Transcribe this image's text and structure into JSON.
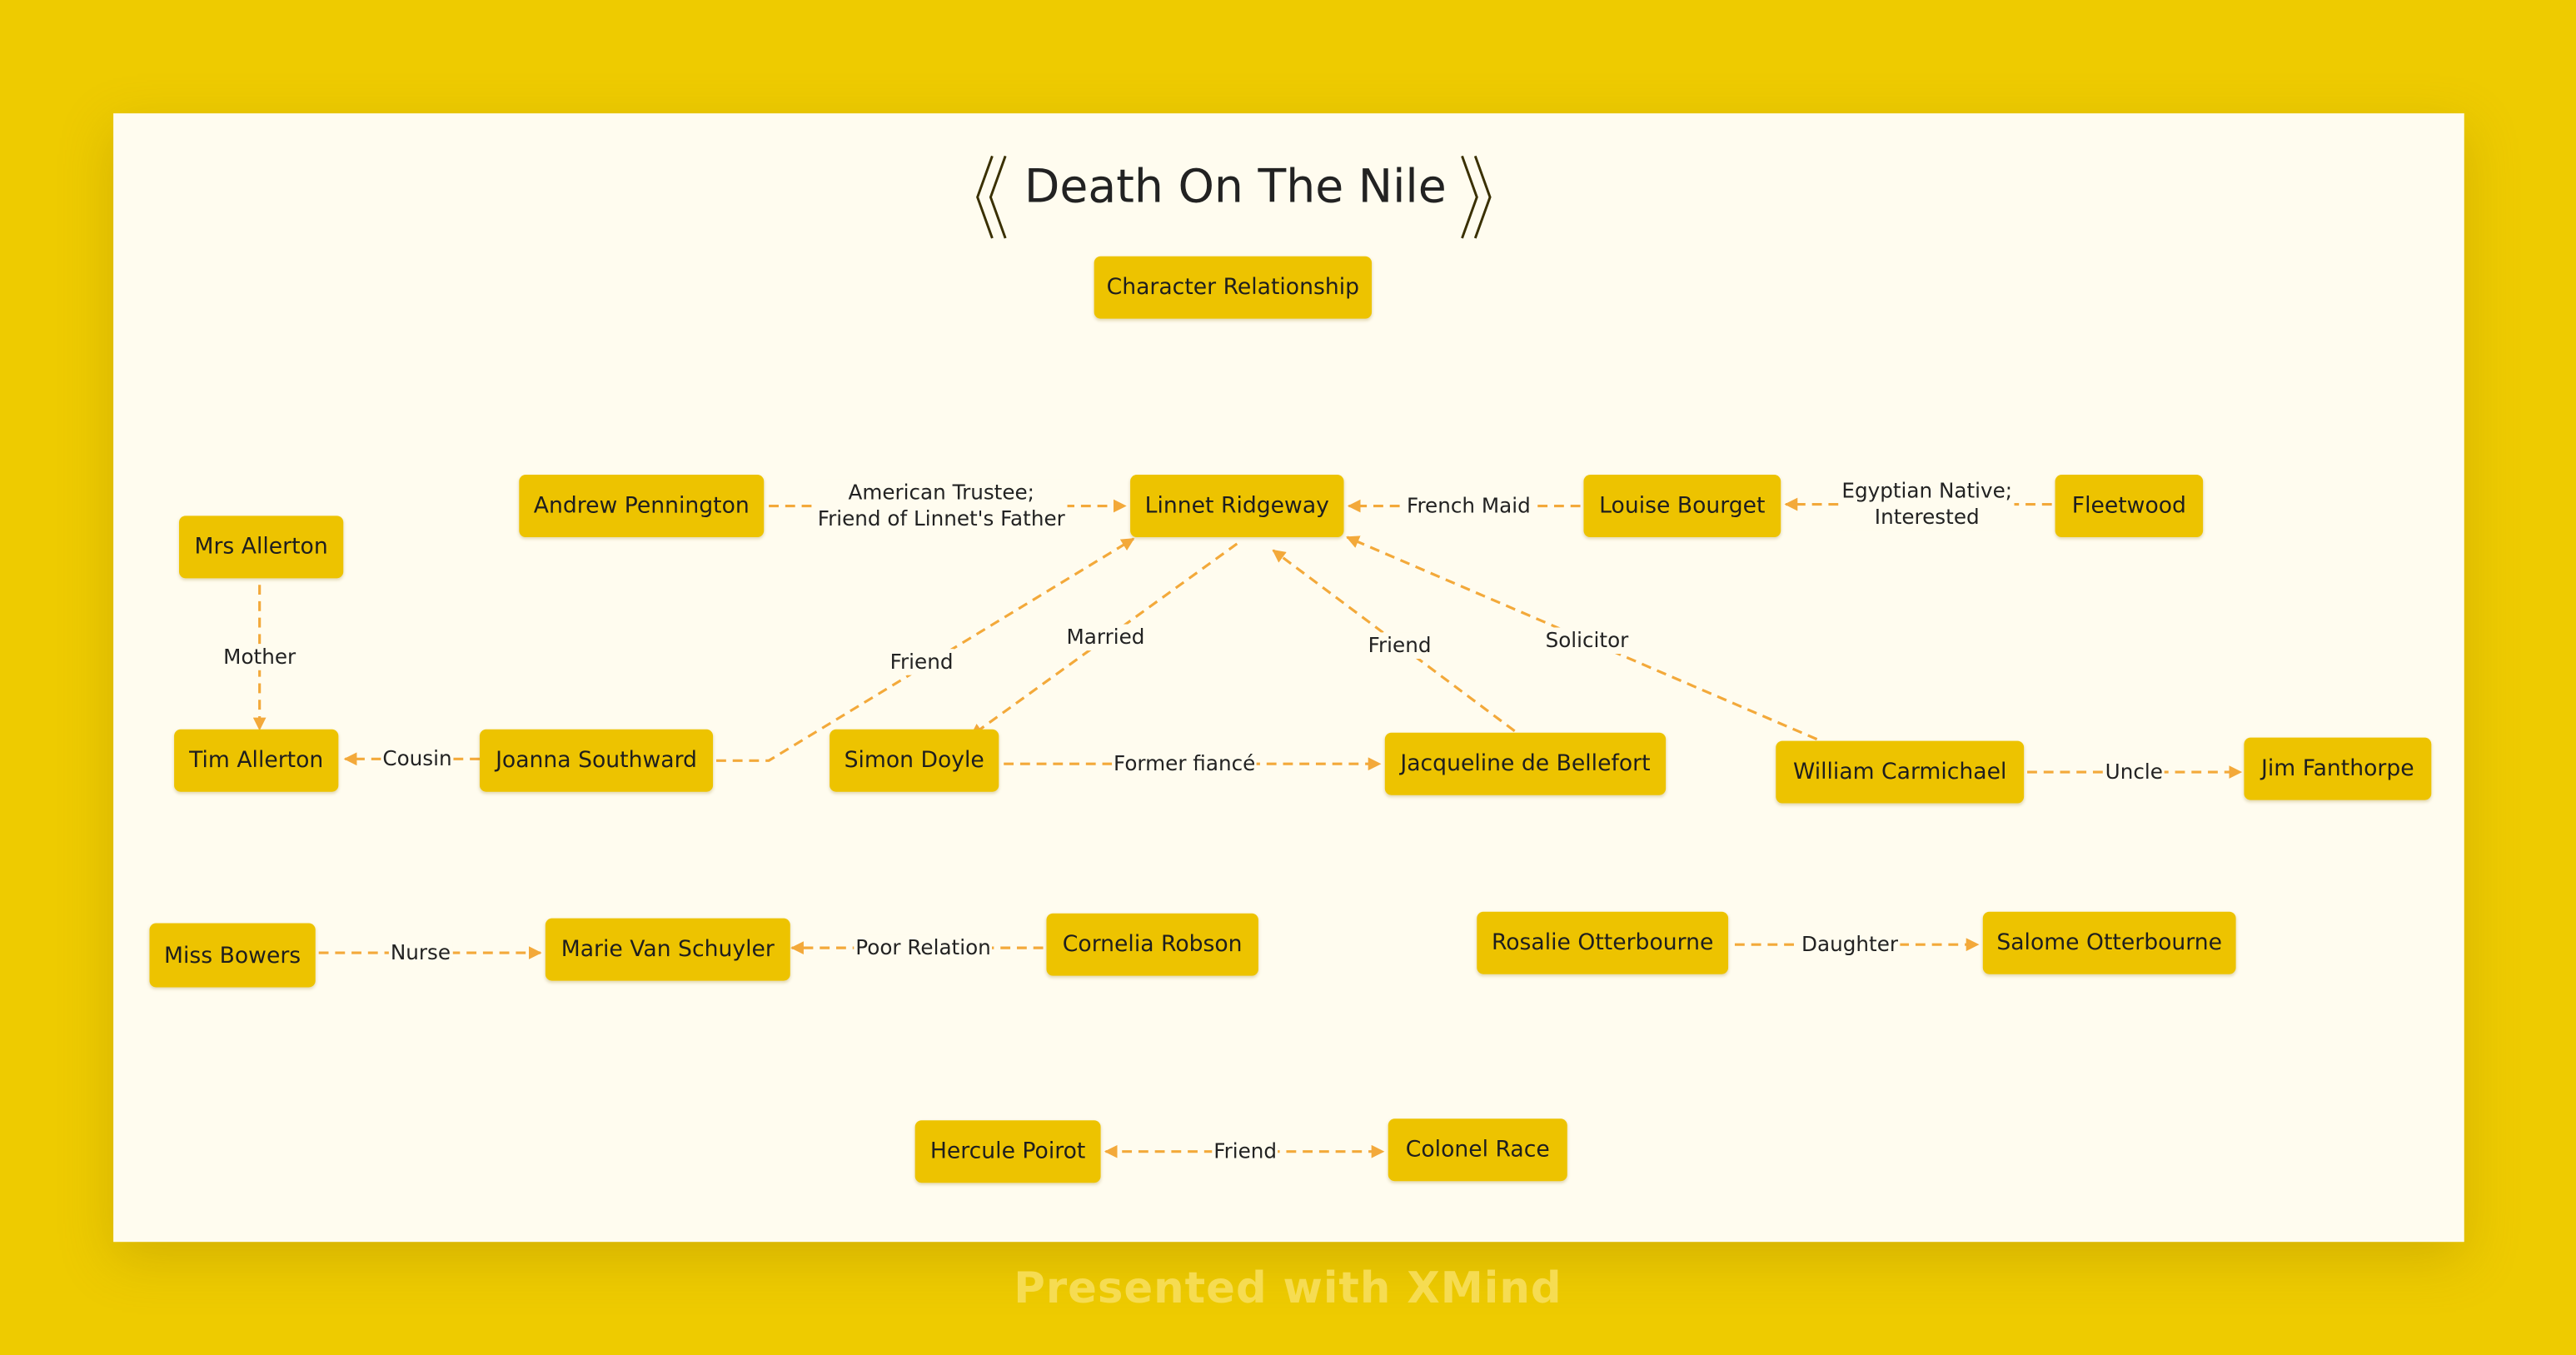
{
  "title": "Death On The Nile",
  "subtitle": "Character Relationship",
  "footer": "Presented with XMind",
  "colors": {
    "background": "#EECB00",
    "canvas": "#FFFCEF",
    "node": "#EDC300",
    "edge": "#F3A93A",
    "text": "#1E1E1E"
  },
  "nodes": {
    "andrew": "Andrew Pennington",
    "linnet": "Linnet Ridgeway",
    "louise": "Louise Bourget",
    "fleetwood": "Fleetwood",
    "mrs_allerton": "Mrs Allerton",
    "tim": "Tim Allerton",
    "joanna": "Joanna Southward",
    "simon": "Simon Doyle",
    "jacqueline": "Jacqueline de Bellefort",
    "william": "William Carmichael",
    "jim": "Jim Fanthorpe",
    "miss_bowers": "Miss Bowers",
    "marie": "Marie Van Schuyler",
    "cornelia": "Cornelia Robson",
    "rosalie": "Rosalie Otterbourne",
    "salome": "Salome Otterbourne",
    "poirot": "Hercule Poirot",
    "race": "Colonel Race"
  },
  "relations": [
    {
      "from": "andrew",
      "to": "linnet",
      "label": "American Trustee;\nFriend of Linnet's Father"
    },
    {
      "from": "louise",
      "to": "linnet",
      "label": "French Maid"
    },
    {
      "from": "fleetwood",
      "to": "louise",
      "label": "Egyptian Native;\nInterested"
    },
    {
      "from": "mrs_allerton",
      "to": "tim",
      "label": "Mother"
    },
    {
      "from": "joanna",
      "to": "tim",
      "label": "Cousin"
    },
    {
      "from": "joanna",
      "to": "linnet",
      "label": "Friend"
    },
    {
      "from": "linnet",
      "to": "simon",
      "label": "Married"
    },
    {
      "from": "jacqueline",
      "to": "linnet",
      "label": "Friend"
    },
    {
      "from": "william",
      "to": "linnet",
      "label": "Solicitor"
    },
    {
      "from": "simon",
      "to": "jacqueline",
      "label": "Former fiancé"
    },
    {
      "from": "william",
      "to": "jim",
      "label": "Uncle"
    },
    {
      "from": "miss_bowers",
      "to": "marie",
      "label": "Nurse"
    },
    {
      "from": "cornelia",
      "to": "marie",
      "label": "Poor Relation"
    },
    {
      "from": "rosalie",
      "to": "salome",
      "label": "Daughter"
    },
    {
      "from": "poirot",
      "to": "race",
      "label": "Friend"
    }
  ]
}
